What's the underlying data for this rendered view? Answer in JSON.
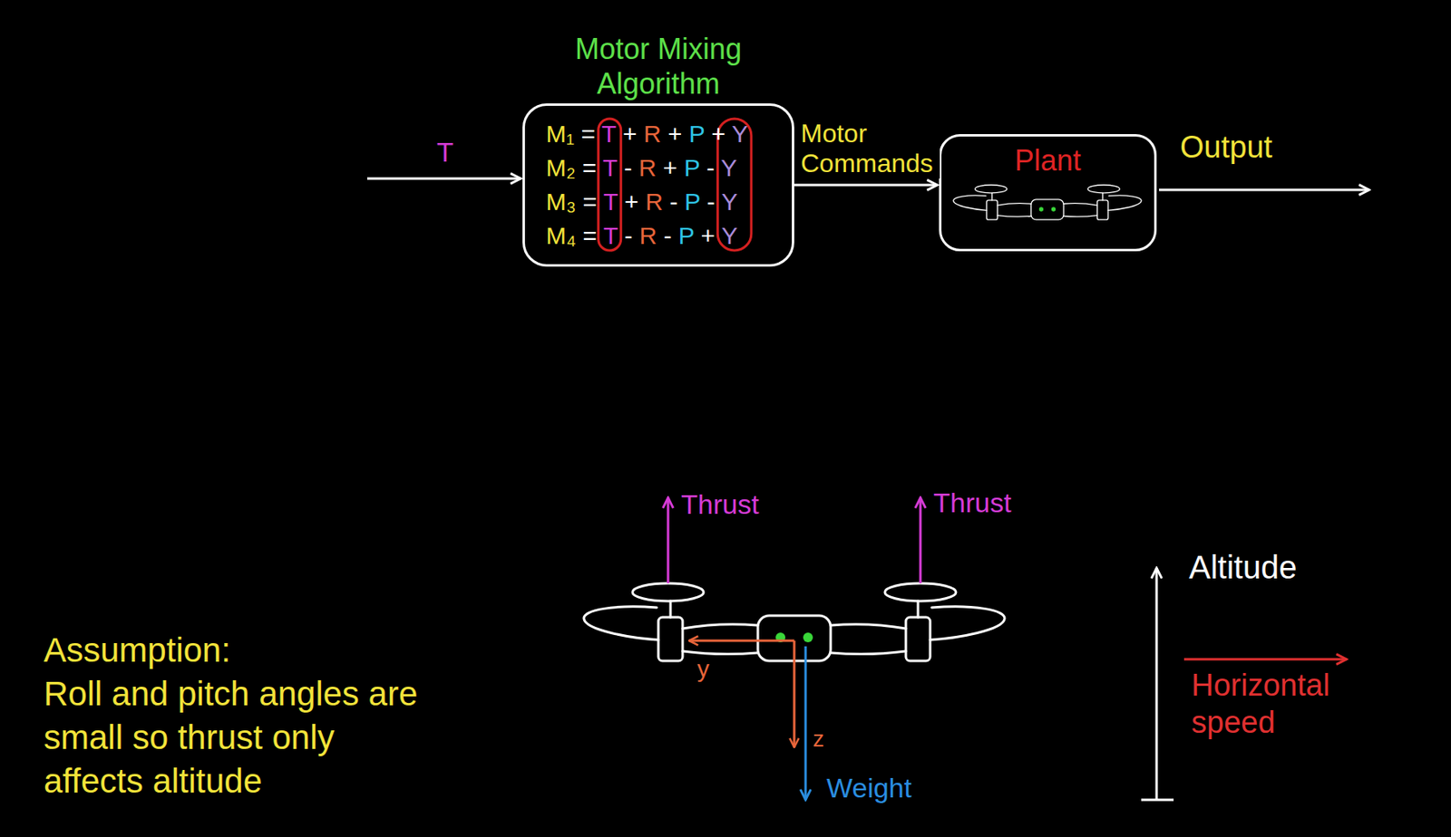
{
  "diagram": {
    "nodes": [
      {
        "text": [
          "Motor Mixing Algorithm",
          "M₁ = T + R + P + Y",
          "M₂ = T - R + P - Y",
          "M₃ = T + R - P - Y",
          "M₄ = T - R - P + Y"
        ]
      },
      {
        "text": [
          "Plant"
        ]
      }
    ],
    "edges": [
      {
        "from": 0,
        "to": 1,
        "arrow": "to",
        "label": "Motor Commands"
      }
    ],
    "labels": [
      "T",
      "Output",
      "Thrust",
      "Thrust",
      "y",
      "z",
      "Weight",
      "Altitude",
      "Horizontal speed",
      "Assumption:",
      "Roll and pitch angles are small so thrust only affects altitude"
    ]
  }
}
